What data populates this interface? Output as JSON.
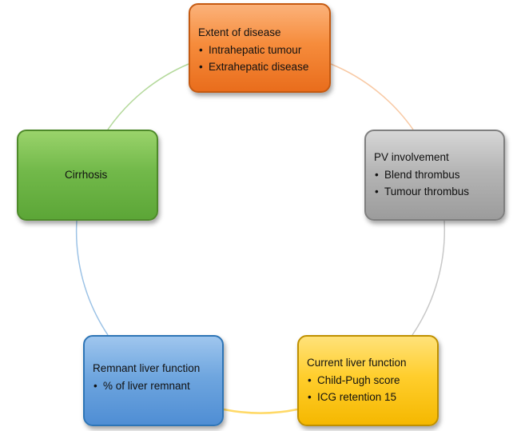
{
  "nodes": {
    "extent": {
      "title": "Extent of disease",
      "bullets": [
        "Intrahepatic tumour",
        "Extrahepatic disease"
      ],
      "color": "#f68c3c"
    },
    "pv": {
      "title": "PV involvement",
      "bullets": [
        "Blend thrombus",
        "Tumour thrombus"
      ],
      "color": "#b5b5b5"
    },
    "current": {
      "title": "Current liver function",
      "bullets": [
        "Child-Pugh score",
        "ICG retention 15"
      ],
      "color": "#ffce2d"
    },
    "remnant": {
      "title": "Remnant liver function",
      "bullets": [
        "% of liver remnant"
      ],
      "color": "#6fa6df"
    },
    "cirrhosis": {
      "title": "Cirrhosis",
      "bullets": [],
      "color": "#72b94a"
    }
  },
  "connector_colors": {
    "extent_to_pv": "#f8c9a4",
    "pv_to_current": "#c8c8c8",
    "current_to_remnant": "#ffd966",
    "remnant_to_cirrhosis": "#9dc3e6",
    "cirrhosis_to_extent": "#b4d99b"
  }
}
